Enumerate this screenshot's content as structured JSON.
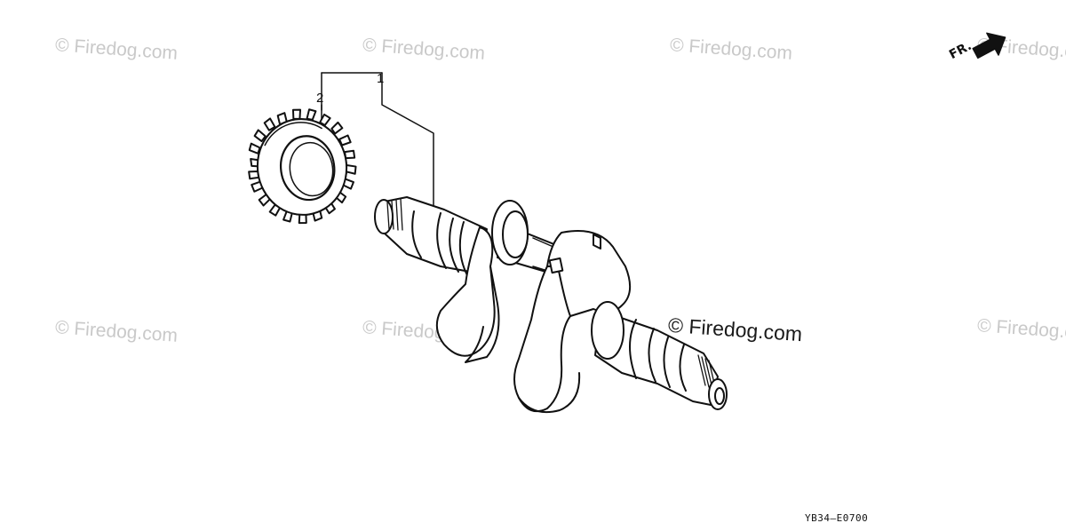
{
  "watermarks": {
    "text": "© Firedog.com",
    "main_text": "© Firedog.com"
  },
  "callouts": {
    "part_1": "1",
    "part_2": "2"
  },
  "direction": {
    "label": "FR."
  },
  "diagram_code": "YB34–E0700",
  "icons": {
    "direction_arrow": "arrow-icon"
  },
  "colors": {
    "line": "#111111",
    "watermark": "#c9c9c9"
  }
}
